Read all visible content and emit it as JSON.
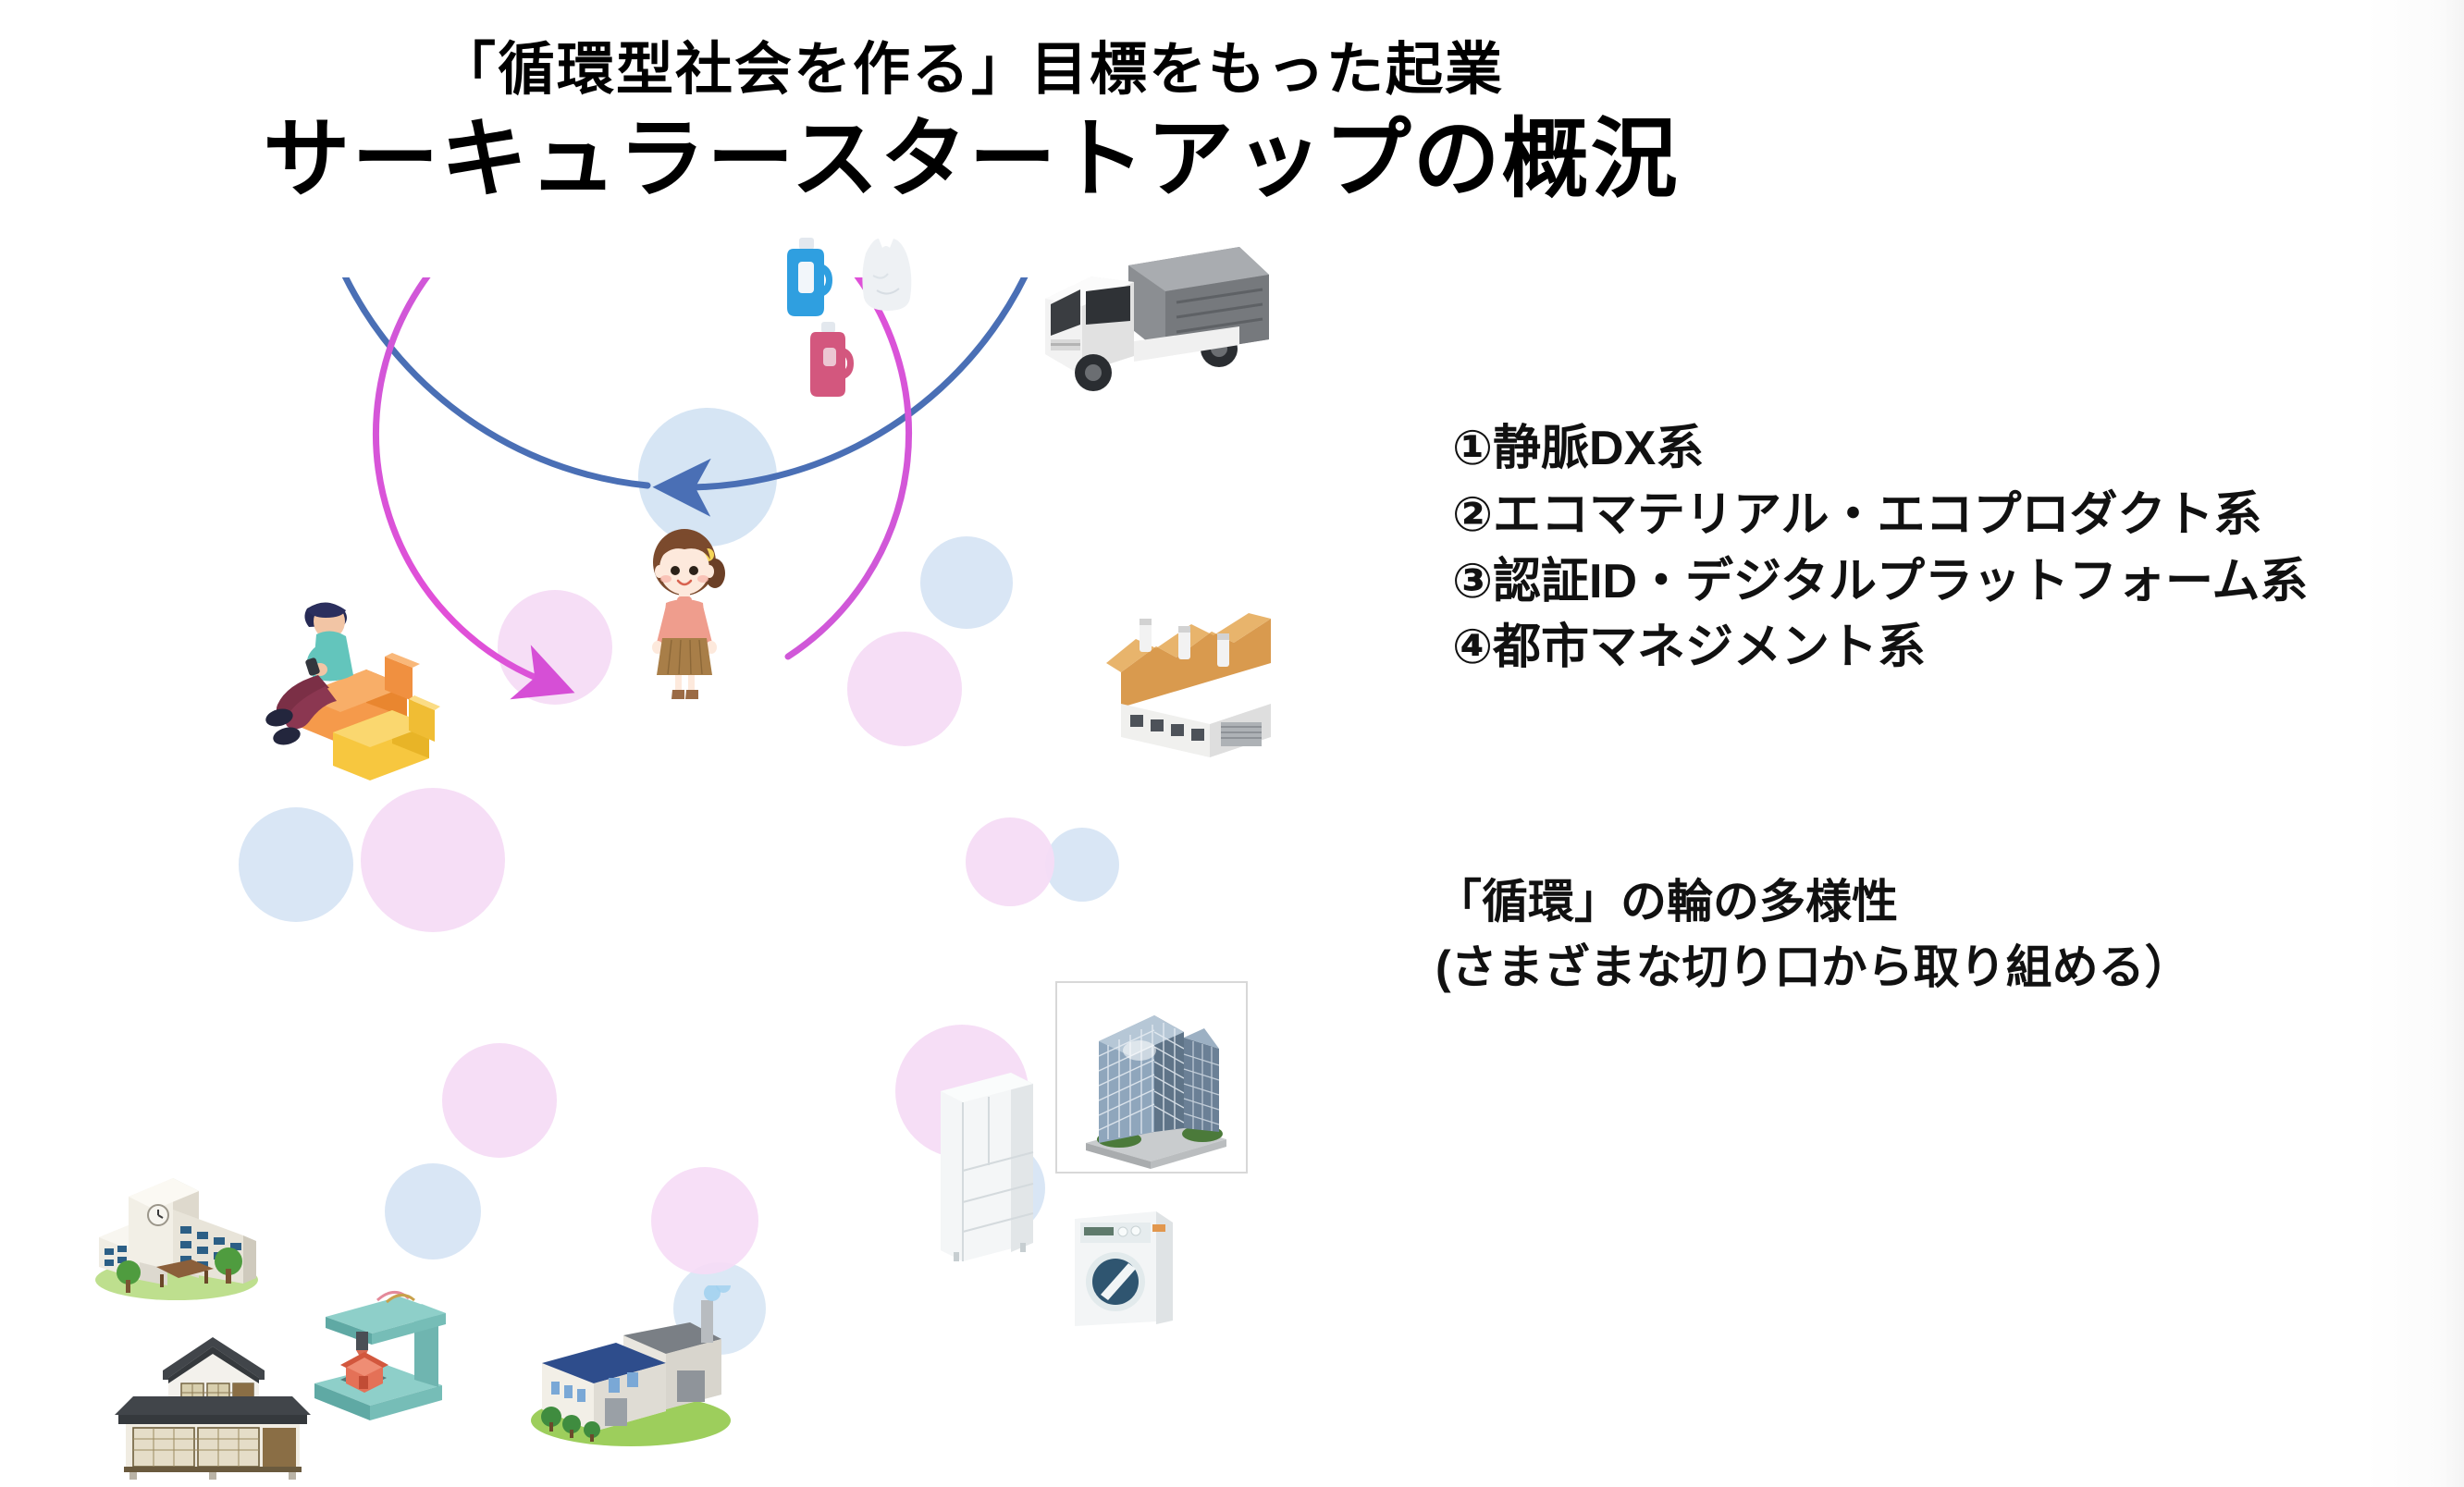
{
  "slide": {
    "background_color": "#ffffff",
    "title_sub": "「循環型社会を作る」目標をもった起業",
    "title_main": "サーキュラースタートアップの概況"
  },
  "categories": {
    "items": [
      "①静脈DX系",
      "②エコマテリアル・エコプロダクト系",
      "③認証ID・デジタルプラットフォーム系",
      "④都市マネジメント系"
    ]
  },
  "note": {
    "line1": "「循環」の輪の多様性",
    "line2": "(さまざまな切り口から取り組める）"
  },
  "diagram": {
    "outer_ring_color": "#4a6fb5",
    "inner_ring_color": "#d64fd6",
    "blue_bubble_color": "#cfe0f2",
    "pink_bubble_color": "#f6dcf6",
    "outer_ring_label": "outer-circulation-arrow",
    "inner_ring_label": "inner-circulation-arrow",
    "icons": [
      {
        "name": "detergent-bottle-blue-icon"
      },
      {
        "name": "plastic-bag-icon"
      },
      {
        "name": "detergent-bottle-pink-icon"
      },
      {
        "name": "garbage-truck-icon"
      },
      {
        "name": "factory-orange-icon"
      },
      {
        "name": "office-tower-photo-icon"
      },
      {
        "name": "washing-machine-icon"
      },
      {
        "name": "refrigerator-icon"
      },
      {
        "name": "warehouse-factory-icon"
      },
      {
        "name": "3d-printer-icon"
      },
      {
        "name": "japanese-house-icon"
      },
      {
        "name": "school-building-icon"
      },
      {
        "name": "person-on-sofa-icon"
      },
      {
        "name": "girl-character-icon"
      }
    ]
  }
}
